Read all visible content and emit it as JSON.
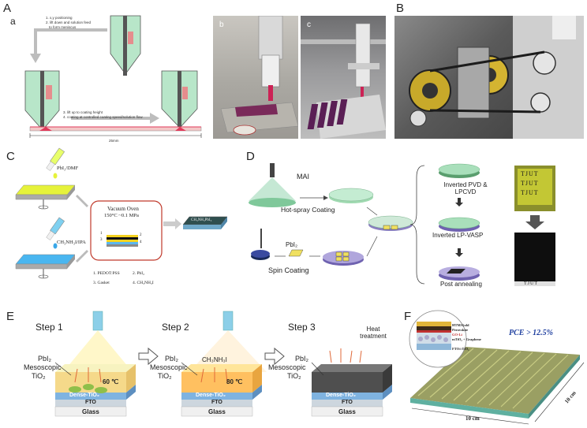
{
  "panels": {
    "A": {
      "letter": "A",
      "sub_a": "a",
      "steps_top": [
        "1. x,y positioning",
        "2. lift down and solution feed",
        "to form meniscus"
      ],
      "steps_bottom": [
        "3. lift up to coating height",
        "4. coating at controlled coating speed/solution flow"
      ],
      "scale": "25mm",
      "photo_b_label": "b",
      "photo_c_label": "c"
    },
    "B": {
      "letter": "B"
    },
    "C": {
      "letter": "C",
      "solution1": "PbI₂/DMF",
      "solution2": "CH₃NH₃I/IPA",
      "oven_title": "Vacuum Oven",
      "oven_cond": "150°C  ~0.1 MPa",
      "film_label": "CH₃NH₃PbI₃",
      "legend": [
        "1. PEDOT:PSS",
        "2. PbI₂",
        "3. Gasket",
        "4. CH₃NH₃I"
      ],
      "stack_nums": [
        "1",
        "2",
        "3",
        "4"
      ]
    },
    "D": {
      "letter": "D",
      "mai": "MAI",
      "hot_spray": "Hot-spray Coating",
      "pbi2": "PbI₂",
      "spin": "Spin Coating",
      "route1": "Inverted PVD & LPCVD",
      "route2": "Inverted LP-VASP",
      "route3": "Post annealing",
      "photo_text_rows": [
        "TJUT",
        "TJUT",
        "TJUT"
      ],
      "photo_caption": "TJUT"
    },
    "E": {
      "letter": "E",
      "step1": "Step 1",
      "step2": "Step 2",
      "step3": "Step 3",
      "pbi2": "PbI₂",
      "meso": "Mesoscopic",
      "tio2": "TiO₂",
      "dense": "Dense-TiO₂",
      "fto": "FTO",
      "glass": "Glass",
      "temp1": "60 ℃",
      "temp2": "80 ℃",
      "ch3": "CH₃NH₃I",
      "heat": "Heat treatment"
    },
    "F": {
      "letter": "F",
      "pce": "PCE > 12.5%",
      "dim_x": "10 cm",
      "dim_y": "10 cm",
      "layers": [
        "HTM/Gold",
        "Perovskite",
        "GO-Li",
        "mTiO₂ + Graphene",
        "FTO/cTiO₂"
      ]
    }
  }
}
